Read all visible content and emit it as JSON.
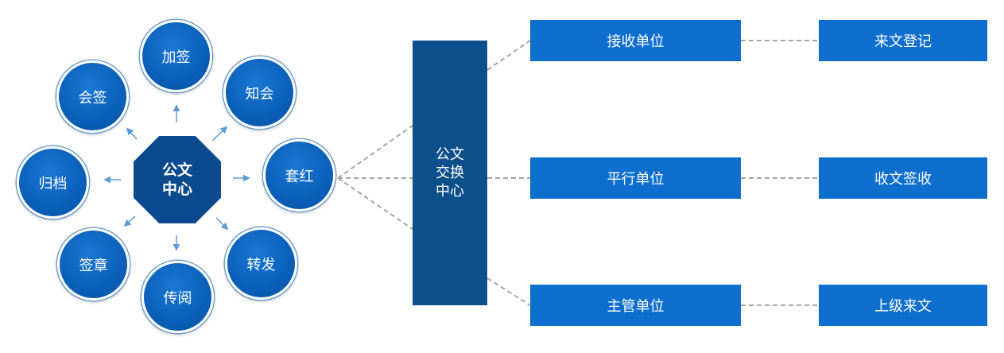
{
  "center": {
    "label": "公文中心"
  },
  "satellites": [
    {
      "id": "jiaqian",
      "label": "加签"
    },
    {
      "id": "zhihui",
      "label": "知会"
    },
    {
      "id": "taohong",
      "label": "套红"
    },
    {
      "id": "zhuanfa",
      "label": "转发"
    },
    {
      "id": "chuanyue",
      "label": "传阅"
    },
    {
      "id": "qianzhang",
      "label": "签章"
    },
    {
      "id": "guidang",
      "label": "归档"
    },
    {
      "id": "huiqian",
      "label": "会签"
    }
  ],
  "exchange": {
    "label": "公文交换中心"
  },
  "units": [
    {
      "id": "receive",
      "label": "接收单位",
      "result": "来文登记"
    },
    {
      "id": "parallel",
      "label": "平行单位",
      "result": "收文签收"
    },
    {
      "id": "superior",
      "label": "主管单位",
      "result": "上级来文"
    }
  ],
  "colors": {
    "circle": "#0a5fb8",
    "center": "#0b4a8f",
    "exchange": "#0d4f8a",
    "rect": "#0f6fcf",
    "arrow": "#5b9bd5",
    "dash": "#a6a6a6"
  }
}
